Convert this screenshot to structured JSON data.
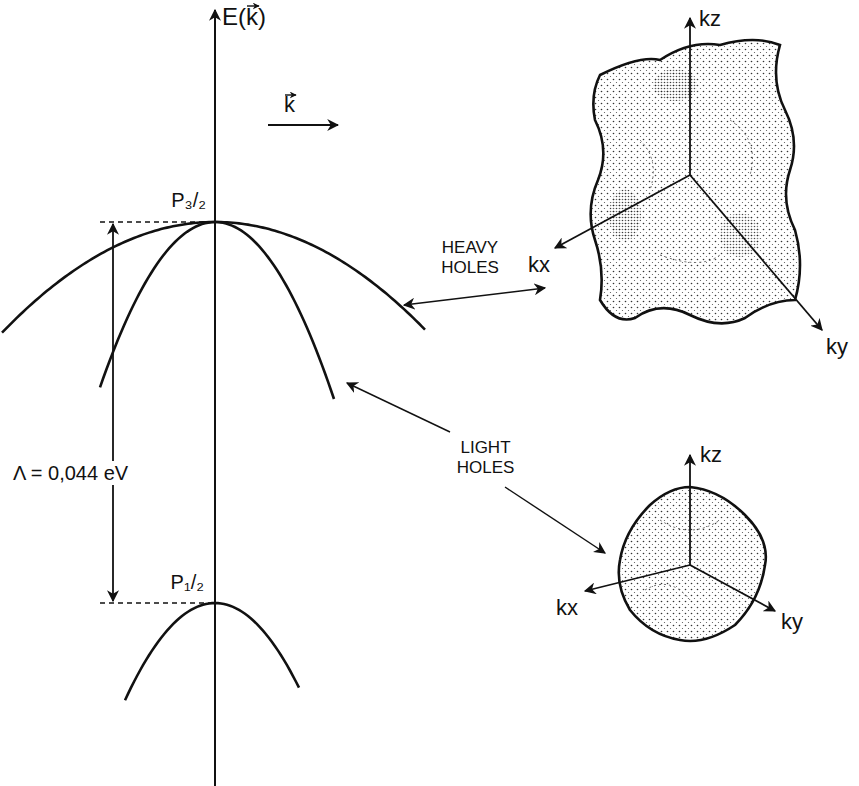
{
  "diagram": {
    "labels": [
      "E(k)",
      "k",
      "P₃/₂",
      "HEAVY HOLES",
      "kz",
      "kx",
      "ky",
      "Λ = 0,044 eV",
      "LIGHT HOLES",
      "kz",
      "kx",
      "ky",
      "P₁/₂"
    ]
  }
}
